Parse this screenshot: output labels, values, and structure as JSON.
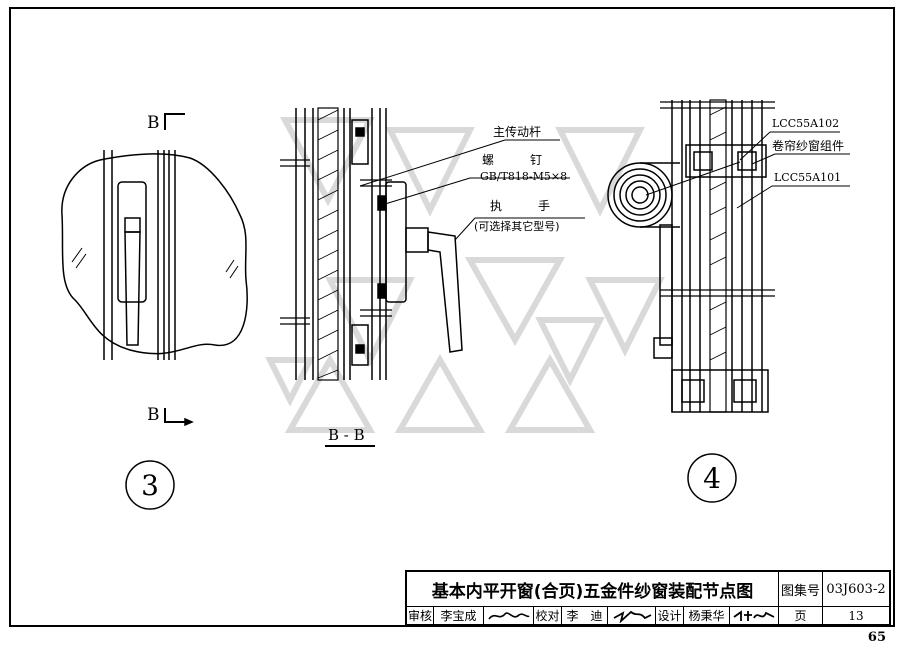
{
  "drawing": {
    "detail3": {
      "section_mark_top": "B",
      "section_mark_bottom": "B",
      "section_title": "B - B",
      "number": "3",
      "labels": {
        "drive_rod": "主传动杆",
        "screw": "螺　　　钉",
        "screw_spec": "GB/T818-M5×8",
        "handle": "执　　　手",
        "handle_note": "(可选择其它型号)"
      }
    },
    "detail4": {
      "number": "4",
      "labels": {
        "part_a": "LCC55A102",
        "assembly": "卷帘纱窗组件",
        "part_b": "LCC55A101"
      }
    }
  },
  "title_block": {
    "title": "基本内平开窗(合页)五金件纱窗装配节点图",
    "atlas_label": "图集号",
    "atlas_number": "03J603-2",
    "review_label": "审核",
    "reviewer": "李宝成",
    "check_label": "校对",
    "checker": "李　迪",
    "design_label": "设计",
    "designer": "杨秉华",
    "page_label": "页",
    "page": "13"
  },
  "page_number": "65",
  "colors": {
    "ink": "#000000",
    "watermark": "#d9d9d9",
    "paper": "#ffffff"
  }
}
